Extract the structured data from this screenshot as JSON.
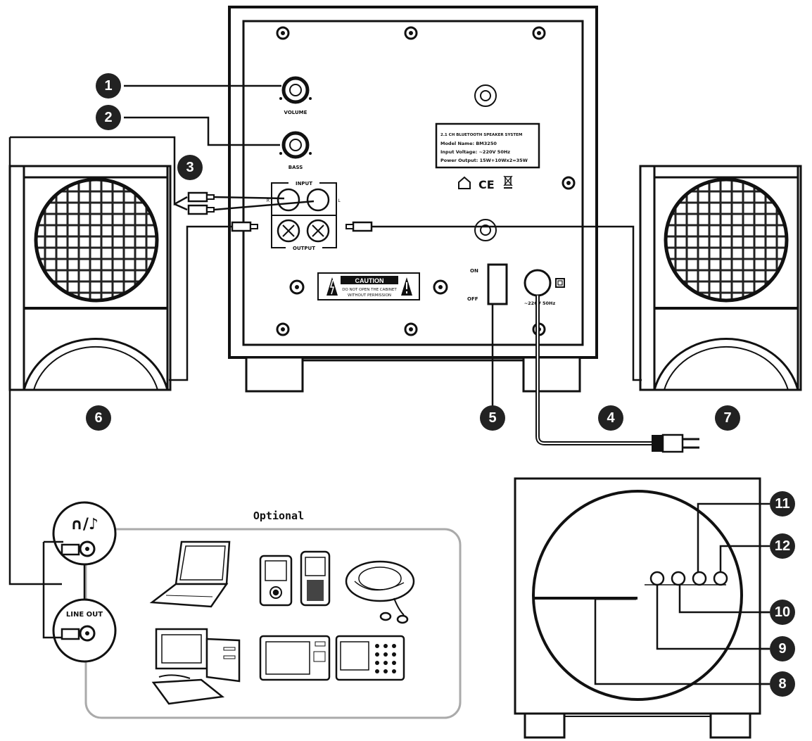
{
  "knob_labels": {
    "volume": "VOLUME",
    "bass": "BASS"
  },
  "panel": {
    "input": "INPUT",
    "output": "OUTPUT",
    "l": "L",
    "r": "R"
  },
  "rating_label": {
    "line1": "2.1 CH BLUETOOTH SPEAKER SYSTEM",
    "line2": "Model Name: BM3250",
    "line3": "Input Voltage: ~220V 50Hz",
    "line4": "Power Output: 15W+10Wx2=35W"
  },
  "caution": {
    "title": "CAUTION",
    "line1": "DO NOT OPEN THE CABINET",
    "line2": "WITHOUT PERMISSION"
  },
  "switch": {
    "on": "ON",
    "off": "OFF"
  },
  "power_input": "~220V 50Hz",
  "marks": {
    "ce": "CE"
  },
  "optional_label": "Optional",
  "jacks": {
    "line_out": "LINE OUT",
    "headphone_glyph": "∩/♪"
  },
  "callouts": [
    "1",
    "2",
    "3",
    "4",
    "5",
    "6",
    "7",
    "8",
    "9",
    "10",
    "11",
    "12"
  ],
  "colors": {
    "line": "#1a1a1a",
    "badge": "#222222",
    "panel_bg": "#ffffff",
    "frame": "#888888"
  }
}
